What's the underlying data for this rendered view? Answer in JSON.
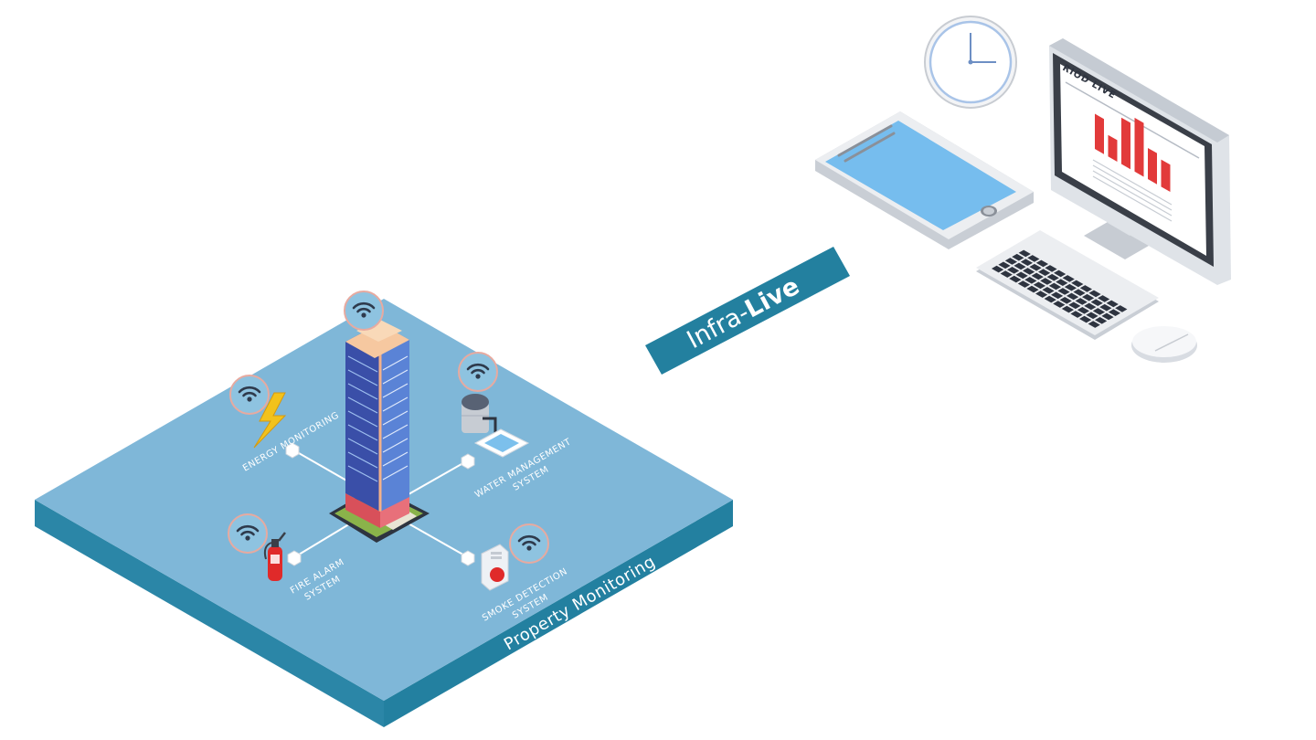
{
  "banner": {
    "prefix": "Infra-",
    "suffix": "Live"
  },
  "platform": {
    "label": "Property Monitoring"
  },
  "monitor": {
    "brand": "RIOD LIVE",
    "bars": [
      0.62,
      0.38,
      0.82,
      0.95,
      0.55,
      0.48
    ]
  },
  "systems": {
    "energy": {
      "line1": "ENERGY MONITORING"
    },
    "water": {
      "line1": "WATER MANAGEMENT",
      "line2": "SYSTEM"
    },
    "fire": {
      "line1": "FIRE ALARM",
      "line2": "SYSTEM"
    },
    "smoke": {
      "line1": "SMOKE DETECTION",
      "line2": "SYSTEM"
    }
  },
  "colors": {
    "platform_top": "#7fb7d8",
    "platform_side": "#2a86a8",
    "banner": "#23809f",
    "chart_bar": "#e23a3a",
    "tablet_screen": "#76bdee"
  },
  "icons": [
    "wifi-icon",
    "lightning-icon",
    "water-tank-icon",
    "fire-extinguisher-icon",
    "smoke-alarm-icon",
    "clock-icon",
    "keyboard-icon",
    "mouse-icon"
  ]
}
